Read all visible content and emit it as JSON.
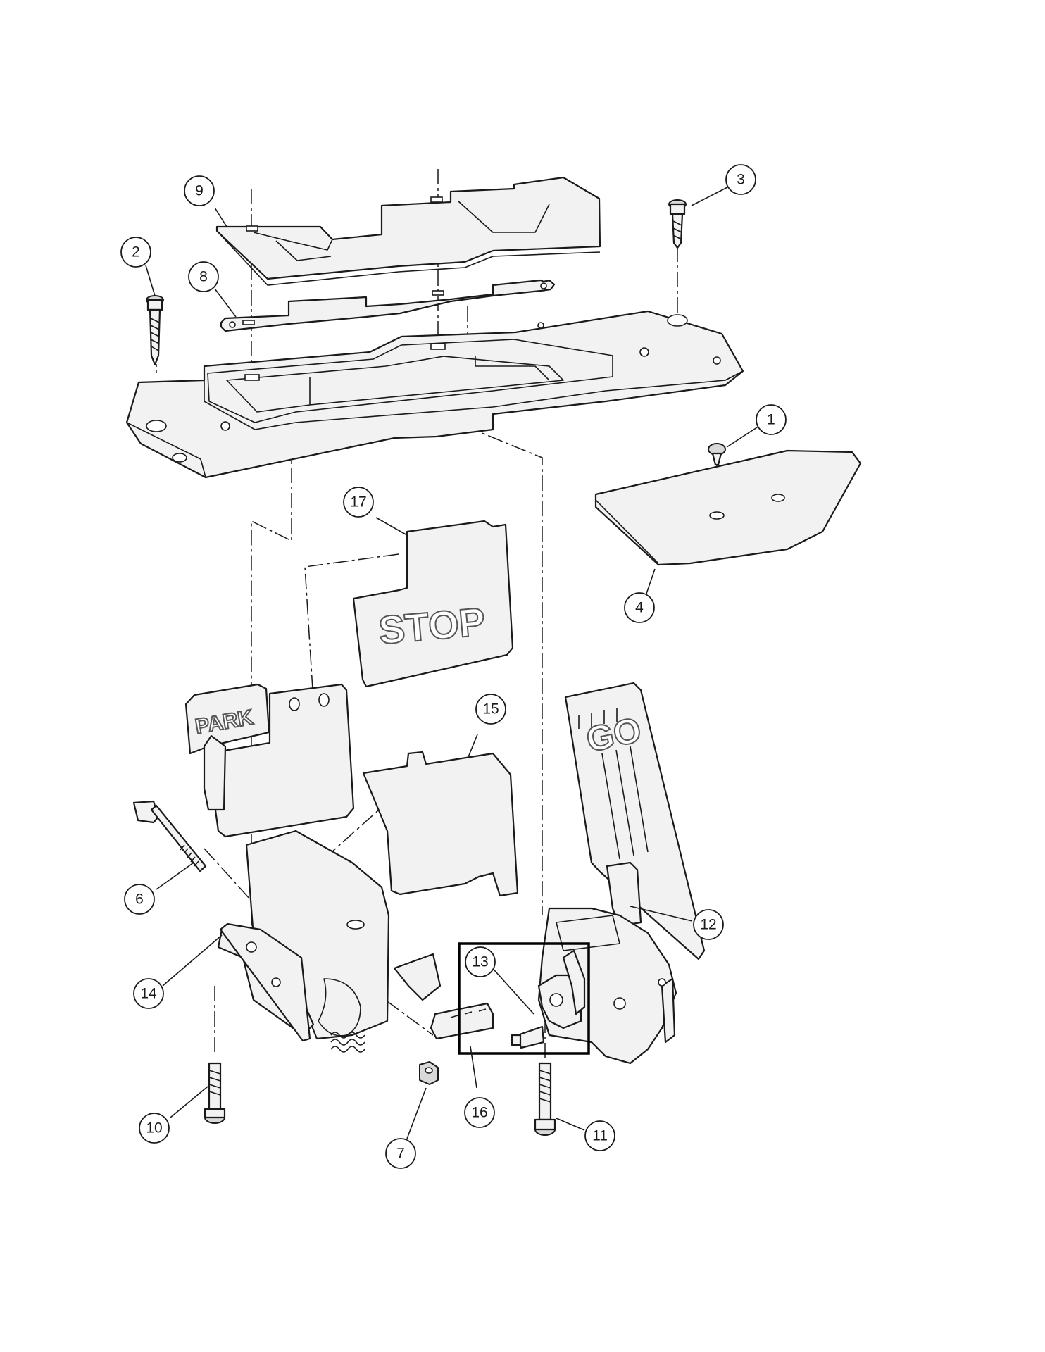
{
  "diagram": {
    "callouts": [
      {
        "id": "1",
        "label": "1"
      },
      {
        "id": "2",
        "label": "2"
      },
      {
        "id": "3",
        "label": "3"
      },
      {
        "id": "4",
        "label": "4"
      },
      {
        "id": "6",
        "label": "6"
      },
      {
        "id": "7",
        "label": "7"
      },
      {
        "id": "8",
        "label": "8"
      },
      {
        "id": "9",
        "label": "9"
      },
      {
        "id": "10",
        "label": "10"
      },
      {
        "id": "11",
        "label": "11"
      },
      {
        "id": "12",
        "label": "12"
      },
      {
        "id": "13",
        "label": "13"
      },
      {
        "id": "14",
        "label": "14"
      },
      {
        "id": "15",
        "label": "15"
      },
      {
        "id": "16",
        "label": "16"
      },
      {
        "id": "17",
        "label": "17"
      }
    ],
    "embossed_text": {
      "stop_pad": "STOP",
      "go_pedal": "GO",
      "park_pedal": "PARK"
    }
  }
}
